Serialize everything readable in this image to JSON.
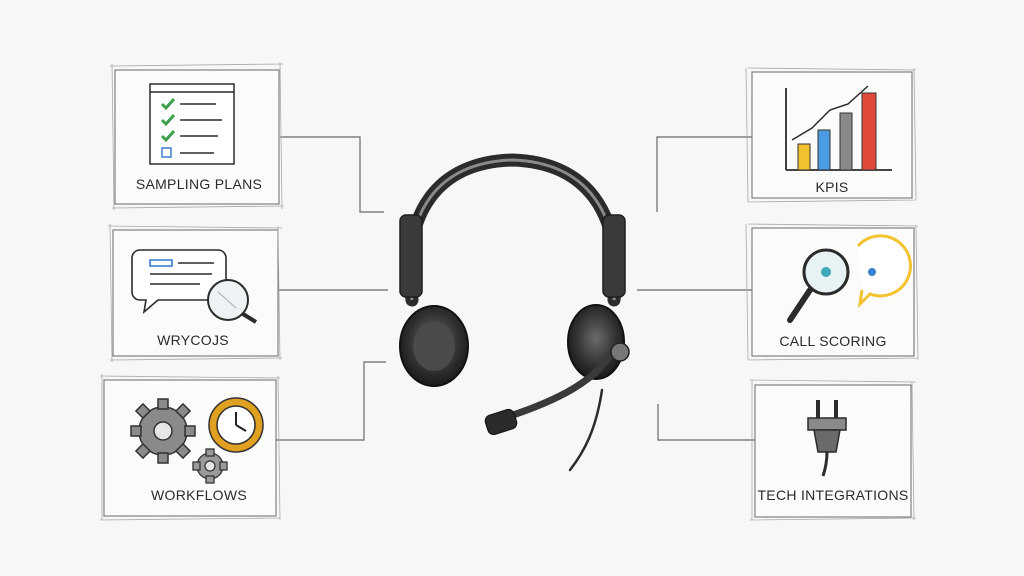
{
  "panels": {
    "sampling_plans": {
      "label": "SAMPLING PLANS"
    },
    "rubrics": {
      "label": "WRYCOJS"
    },
    "workflows": {
      "label": "WORKFLOWS"
    },
    "kpis": {
      "label": "KPIS"
    },
    "call_scoring": {
      "label": "CALL SCORING"
    },
    "tech_integrations": {
      "label": "TECH INTEGRATIONS"
    }
  },
  "colors": {
    "ink": "#2b2b2b",
    "check_green": "#3aa14a",
    "check_blue": "#3a7fd0",
    "bar_yellow": "#f2c230",
    "bar_blue": "#4c9be0",
    "bar_gray": "#8a8a8a",
    "bar_red": "#e04a3a",
    "gear_gold": "#e0a020",
    "magnifier_teal": "#3fa7b8",
    "bubble_yellow": "#f2c230"
  },
  "icons": {
    "center": "headset-icon",
    "sampling_plans": "checklist-icon",
    "rubrics": "chat-magnifier-icon",
    "workflows": "gears-clock-icon",
    "kpis": "bar-chart-icon",
    "call_scoring": "magnifier-bubble-icon",
    "tech_integrations": "plug-icon"
  }
}
